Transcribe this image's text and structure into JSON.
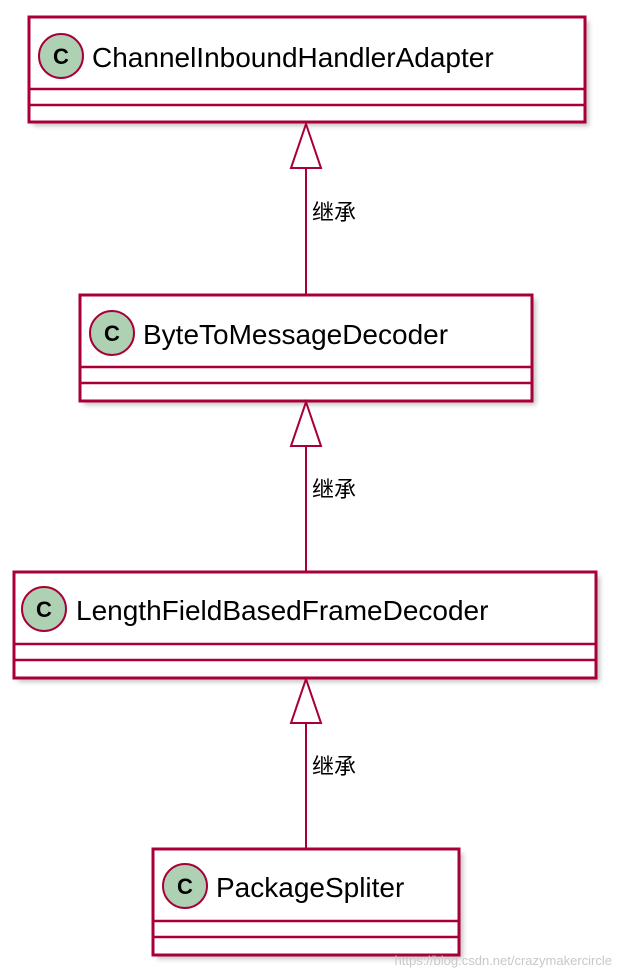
{
  "diagram": {
    "stereotype_letter": "C",
    "classes": [
      {
        "name": "ChannelInboundHandlerAdapter"
      },
      {
        "name": "ByteToMessageDecoder"
      },
      {
        "name": "LengthFieldBasedFrameDecoder"
      },
      {
        "name": "PackageSpliter"
      }
    ],
    "edges": [
      {
        "label": "继承"
      },
      {
        "label": "继承"
      },
      {
        "label": "继承"
      }
    ]
  },
  "colors": {
    "border": "#a80036",
    "class_fill": "#ffffff",
    "circle_fill": "#add1b2",
    "shadow": "#c4c4c4"
  },
  "icons": {
    "class_circle": "class-stereotype-circle-icon",
    "arrow": "inheritance-arrow-icon"
  },
  "watermark": "https://blog.csdn.net/crazymakercircle"
}
